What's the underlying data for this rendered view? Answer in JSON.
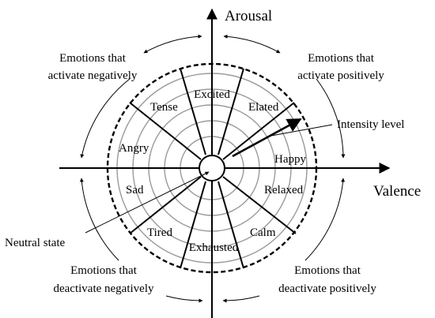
{
  "axes": {
    "arousal": "Arousal",
    "valence": "Valence"
  },
  "emotions": {
    "excited": "Excited",
    "tense": "Tense",
    "elated": "Elated",
    "angry": "Angry",
    "happy": "Happy",
    "sad": "Sad",
    "relaxed": "Relaxed",
    "tired": "Tired",
    "calm": "Calm",
    "exhausted": "Exhausted"
  },
  "quadrants": {
    "top_left": [
      "Emotions that",
      "activate negatively"
    ],
    "top_right": [
      "Emotions that",
      "activate positively"
    ],
    "bottom_left": [
      "Emotions that",
      "deactivate negatively"
    ],
    "bottom_right": [
      "Emotions that",
      "deactivate positively"
    ]
  },
  "callouts": {
    "intensity": "Intensity level",
    "neutral": "Neutral state"
  },
  "colors": {
    "ink": "#000000",
    "rings": "#9a9a9a"
  }
}
